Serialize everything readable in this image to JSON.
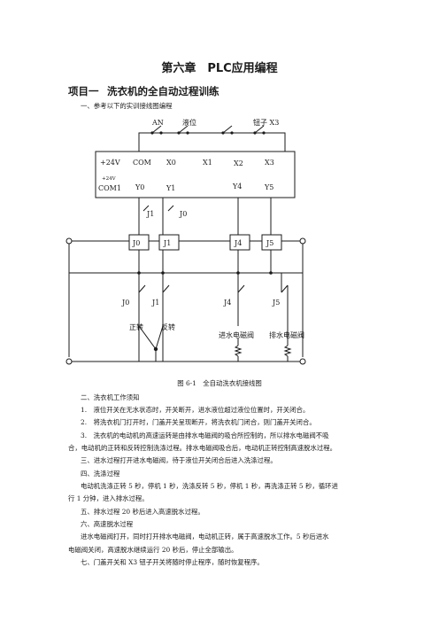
{
  "chapter_title": "第六章　PLC应用编程",
  "project": {
    "number": "项目一",
    "title": "洗衣机的全自动过程训练"
  },
  "section1": "一、参考以下的实训接线图编程",
  "diagram": {
    "top_switches": [
      "AN",
      "液位",
      "钮子 X3"
    ],
    "plc_top_row": [
      "+24V",
      "COM",
      "X0",
      "X1",
      "X2",
      "X3"
    ],
    "plc_bottom_small": "+24V",
    "plc_bottom_row": [
      "COM1",
      "Y0",
      "Y1",
      "Y4",
      "Y5"
    ],
    "interlock_contacts": [
      "J1",
      "J0"
    ],
    "relays": [
      "J0",
      "J1",
      "J4",
      "J5"
    ],
    "load_contacts": [
      "J0",
      "J1",
      "J4",
      "J5"
    ],
    "loads": [
      "正转",
      "反转",
      "进水电磁阀",
      "排水电磁阀"
    ]
  },
  "caption": "图 6-1　全自动洗衣机接线图",
  "lines": [
    "二、洗衣机工作须知",
    "1.　液位开关在无水状态时，开关断开，进水液位超过液位位置时，开关闭合。",
    "2.　将洗衣机门打开时，门盖开关呈现断开，将洗衣机门闭合，则门盖开关闭合。",
    "3.　洗衣机的电动机的高速运转是由排水电磁阀的吸合所控制的，所以排水电磁阀不吸",
    "合，电动机的正转和反转控制洗涤过程。排水电磁阀吸合后，电动机正转控制高速脱水过程。",
    "三、进水过程打开进水电磁阀，待于液位开关闭合后进入洗涤过程。",
    "四、洗涤过程",
    "电动机洗涤正转 5 秒，停机 1 秒，洗涤反转 5 秒，停机 1 秒，再洗涤正转 5 秒，循环进",
    "行 1 分钟，进入排水过程。",
    "五、排水过程 20 秒后进入高速脱水过程。",
    "六、高速脱水过程",
    "进水电磁阀打开，同时打开排水电磁阀，电动机正转，属于高速脱水工作。5 秒后进水",
    "电磁阀关闭，高速脱水继续运行 20 秒后，停止全部输出。",
    "七、门盖开关和 X3 钮子开关将随时停止程序，随时恢复程序。"
  ]
}
